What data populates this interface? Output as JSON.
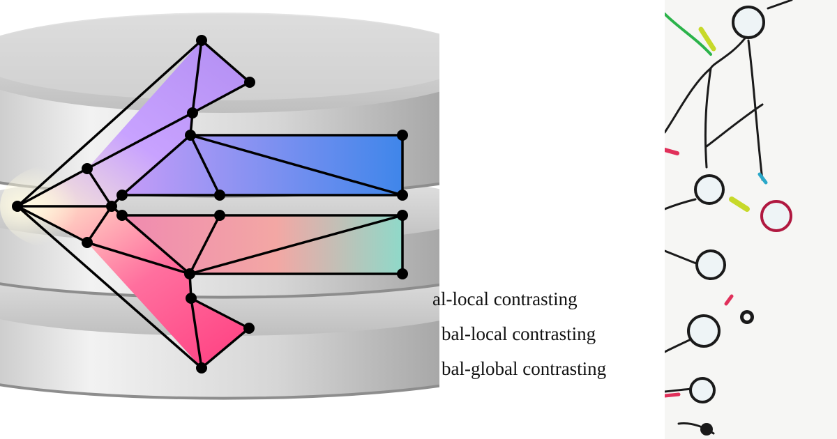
{
  "legend": {
    "items": [
      "al-local contrasting",
      "bal-local contrasting",
      "bal-global contrasting"
    ]
  },
  "colors": {
    "purple": "#c99cff",
    "blue": "#3f86ea",
    "cream": "#fff7d6",
    "pink": "#ff4f8d",
    "teal": "#8fd9c9",
    "disk_light": "#f0f0f0",
    "disk_dark": "#9a9a9a"
  },
  "icons": {
    "logo": "database-arrow-graph-icon",
    "sketch": "node-graph-sketch"
  }
}
